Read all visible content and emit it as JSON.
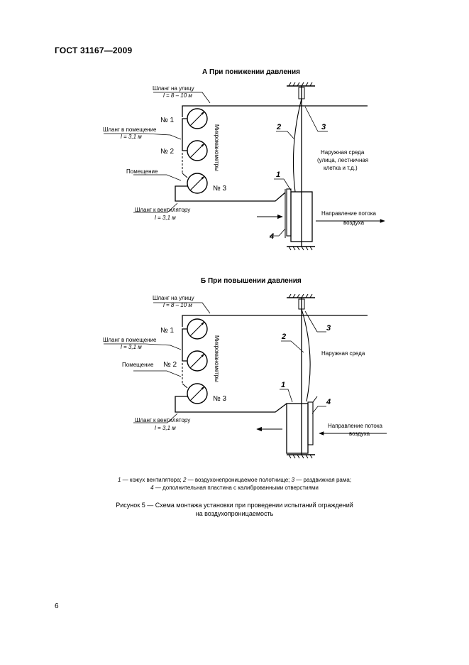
{
  "header": {
    "standard": "ГОСТ 31167—2009"
  },
  "diagram_a": {
    "title": "А  При понижении давления",
    "hose_street": "Шланг на улицу",
    "hose_street_len": "l = 8 – 10 м",
    "hose_room": "Шланг в помещение",
    "hose_room_len": "l = 3,1 м",
    "room": "Помещение",
    "gauge_1": "№ 1",
    "gauge_2": "№ 2",
    "gauge_3": "№ 3",
    "micromanometers": "Микроманометры",
    "hose_fan": "Шланг к вентилятору",
    "hose_fan_len": "l = 3,1 м",
    "outer_env": "Наружная среда",
    "outer_env_note_1": "(улица, лестничная",
    "outer_env_note_2": "клетка и т.д.)",
    "flow_dir_1": "Направление потока",
    "flow_dir_2": "воздуха",
    "callout_1": "1",
    "callout_2": "2",
    "callout_3": "3",
    "callout_4": "4"
  },
  "diagram_b": {
    "title": "Б  При повышении давления",
    "hose_street": "Шланг на улицу",
    "hose_street_len": "l = 8 – 10 м",
    "hose_room": "Шланг в помещение",
    "hose_room_len": "l = 3,1 м",
    "room": "Помещение",
    "gauge_1": "№ 1",
    "gauge_2": "№ 2",
    "gauge_3": "№ 3",
    "micromanometers": "Микроманометры",
    "hose_fan": "Шланг к вентилятору",
    "hose_fan_len": "l = 3,1 м",
    "outer_env": "Наружная среда",
    "flow_dir_1": "Направление потока",
    "flow_dir_2": "воздуха",
    "callout_1": "1",
    "callout_2": "2",
    "callout_3": "3",
    "callout_4": "4"
  },
  "legend": {
    "n1": "1",
    "t1": " — кожух вентилятора; ",
    "n2": "2",
    "t2": " — воздухонепроницаемое полотнище; ",
    "n3": "3",
    "t3": " — раздвижная рама;",
    "n4": "4",
    "t4": " — дополнительная пластина с калиброванными отверстиями"
  },
  "figure_caption": {
    "line1": "Рисунок 5 — Схема монтажа установки при проведении испытаний ограждений",
    "line2": "на воздухопроницаемость"
  },
  "page_number": "6"
}
